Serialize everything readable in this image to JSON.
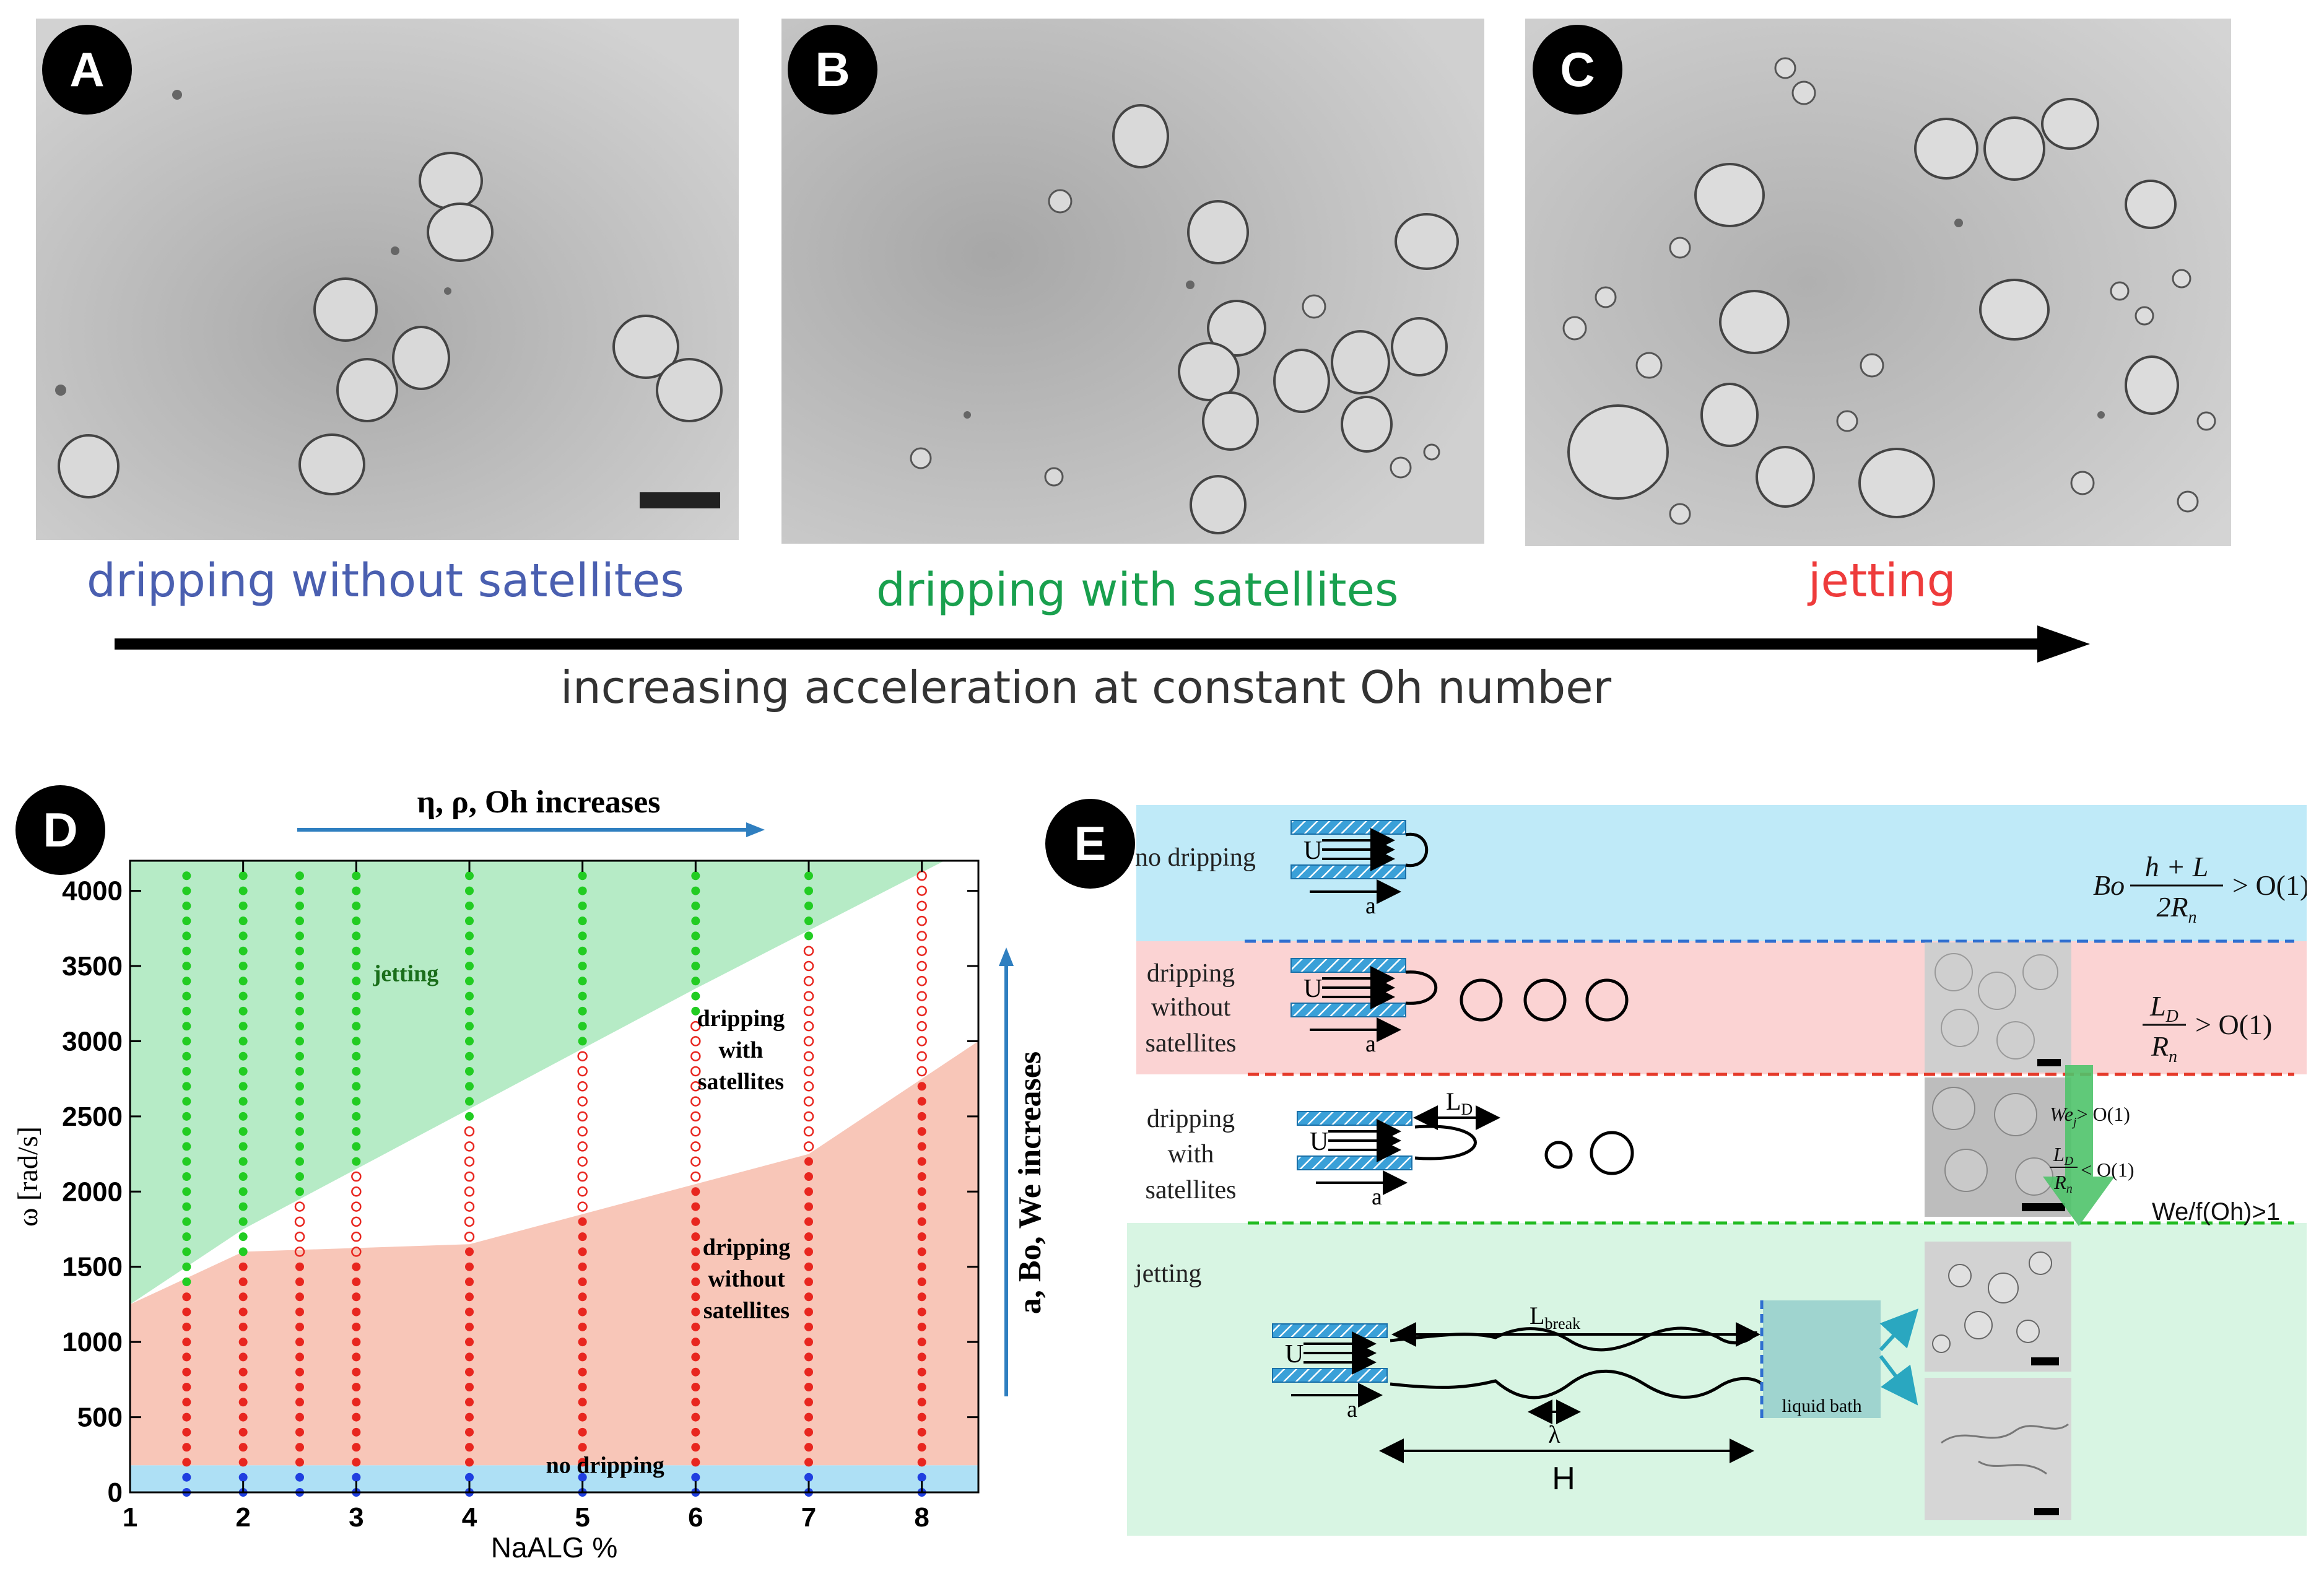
{
  "top": {
    "panels": [
      {
        "badge": "A"
      },
      {
        "badge": "B"
      },
      {
        "badge": "C"
      }
    ],
    "regime_labels": {
      "dripping_without": "dripping without satellites",
      "dripping_with": "dripping with satellites",
      "jetting": "jetting"
    },
    "arrow_caption": "increasing acceleration at constant Oh number",
    "colors": {
      "blue": "#4a5fb0",
      "green": "#19a04e",
      "red": "#ee3b3b"
    }
  },
  "panel_d": {
    "badge": "D",
    "top_arrow_label": "η, ρ, Oh increases",
    "right_arrow_label": "a, Bo, We increases",
    "region_labels": {
      "jetting": "jetting",
      "dripping_with_1": "dripping",
      "dripping_with_2": "with",
      "dripping_with_3": "satellites",
      "dripping_without_1": "dripping",
      "dripping_without_2": "without",
      "dripping_without_3": "satellites",
      "no_dripping": "no dripping"
    },
    "chart_data": {
      "type": "scatter",
      "xlabel": "NaALG %",
      "ylabel": "ω [rad/s]",
      "xlim": [
        1,
        8.5
      ],
      "ylim": [
        0,
        4200
      ],
      "xticks": [
        "1",
        "2",
        "3",
        "4",
        "5",
        "6",
        "7",
        "8"
      ],
      "yticks": [
        "0",
        "500",
        "1000",
        "1500",
        "2000",
        "2500",
        "3000",
        "3500",
        "4000"
      ],
      "columns_x": [
        1.5,
        2,
        2.5,
        3,
        4,
        5,
        6,
        7,
        8
      ],
      "point_spacing": 100,
      "series": [
        {
          "name": "no dripping",
          "marker": "filled",
          "color": "#1f3fe0"
        },
        {
          "name": "dripping without satellites",
          "marker": "filled",
          "color": "#e8261f"
        },
        {
          "name": "dripping with satellites",
          "marker": "open",
          "color": "#e8261f"
        },
        {
          "name": "jetting",
          "marker": "filled",
          "color": "#22cc22"
        }
      ],
      "thresholds": [
        {
          "x": 1.5,
          "no_drip_max": 100,
          "drip_wo_max": 1300,
          "drip_with_max": 1300
        },
        {
          "x": 2,
          "no_drip_max": 100,
          "drip_wo_max": 1500,
          "drip_with_max": 1500
        },
        {
          "x": 2.5,
          "no_drip_max": 100,
          "drip_wo_max": 1500,
          "drip_with_max": 1900
        },
        {
          "x": 3,
          "no_drip_max": 100,
          "drip_wo_max": 1500,
          "drip_with_max": 2100
        },
        {
          "x": 4,
          "no_drip_max": 100,
          "drip_wo_max": 1600,
          "drip_with_max": 2400
        },
        {
          "x": 5,
          "no_drip_max": 100,
          "drip_wo_max": 1800,
          "drip_with_max": 2900
        },
        {
          "x": 6,
          "no_drip_max": 100,
          "drip_wo_max": 2000,
          "drip_with_max": 3100
        },
        {
          "x": 7,
          "no_drip_max": 100,
          "drip_wo_max": 2200,
          "drip_with_max": 3600
        },
        {
          "x": 8,
          "no_drip_max": 100,
          "drip_wo_max": 2700,
          "drip_with_max": 4100
        }
      ],
      "bands": [
        {
          "name": "no dripping",
          "color": "#aee0f5",
          "lower": [
            [
              1,
              0
            ],
            [
              8.5,
              0
            ]
          ],
          "upper": [
            [
              1,
              180
            ],
            [
              8.5,
              180
            ]
          ]
        },
        {
          "name": "dripping without satellites",
          "color": "#f8c6b8",
          "lower": [
            [
              1,
              180
            ],
            [
              8.5,
              180
            ]
          ],
          "upper": [
            [
              1,
              1250
            ],
            [
              2,
              1600
            ],
            [
              4,
              1650
            ],
            [
              6,
              2050
            ],
            [
              7,
              2250
            ],
            [
              8.5,
              3000
            ]
          ]
        },
        {
          "name": "jetting",
          "color": "#b6ebc6",
          "lower": [
            [
              1,
              1250
            ],
            [
              2,
              1750
            ],
            [
              4,
              2550
            ],
            [
              6,
              3350
            ],
            [
              8.2,
              4200
            ]
          ],
          "upper": [
            [
              1,
              4200
            ],
            [
              8.2,
              4200
            ]
          ]
        }
      ]
    }
  },
  "panel_e": {
    "badge": "E",
    "rows": {
      "no_dripping": "no dripping",
      "dripping_without_1": "dripping",
      "dripping_without_2": "without",
      "dripping_without_3": "satellites",
      "dripping_with_1": "dripping",
      "dripping_with_2": "with",
      "dripping_with_3": "satellites",
      "jetting": "jetting"
    },
    "symbols": {
      "U": "U",
      "a": "a",
      "LD": "L",
      "LD_sub": "D",
      "Lbreak": "L",
      "Lbreak_sub": "break",
      "lambda": "λ",
      "H": "H",
      "liquid_bath": "liquid bath"
    },
    "equations": {
      "bo_prefix": "Bo",
      "bo_num": "h + L",
      "bo_den": "2R",
      "bo_den_sub": "n",
      "bo_rhs": "> O(1)",
      "ld_num": "L",
      "ld_num_sub": "D",
      "ld_den": "R",
      "ld_den_sub": "n",
      "ld_rhs": "> O(1)",
      "wej": "We",
      "wej_sub": "j",
      "wej_rhs": "> O(1)",
      "ld2_rhs": "< O(1)",
      "we_oh": "We/f(Oh)>1"
    },
    "colors": {
      "blue_band": "#bfeaf8",
      "red_band": "#fbd3d3",
      "green_band": "#d8f5e3"
    }
  }
}
